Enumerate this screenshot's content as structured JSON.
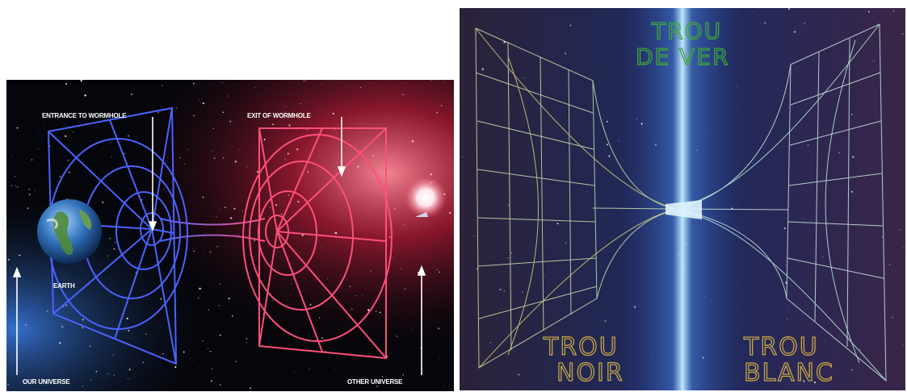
{
  "left_diagram": {
    "entrance_label": "ENTRANCE TO WORMHOLE",
    "exit_label": "EXIT OF WORMHOLE",
    "earth_label": "EARTH",
    "our_universe_label": "OUR UNIVERSE",
    "other_universe_label": "OTHER UNIVERSE",
    "colors": {
      "entrance_grid": "#4a63ff",
      "exit_grid": "#ff4f7a",
      "space": "#05060b"
    }
  },
  "right_diagram": {
    "title_line1": "TROU",
    "title_line2": "DE VER",
    "black_hole_line1": "TROU",
    "black_hole_line2": "NOIR",
    "white_hole_line1": "TROU",
    "white_hole_line2": "BLANC",
    "colors": {
      "title": "#3ea83a",
      "labels": "#c7a44a",
      "beam": "#8fd4ff"
    }
  }
}
